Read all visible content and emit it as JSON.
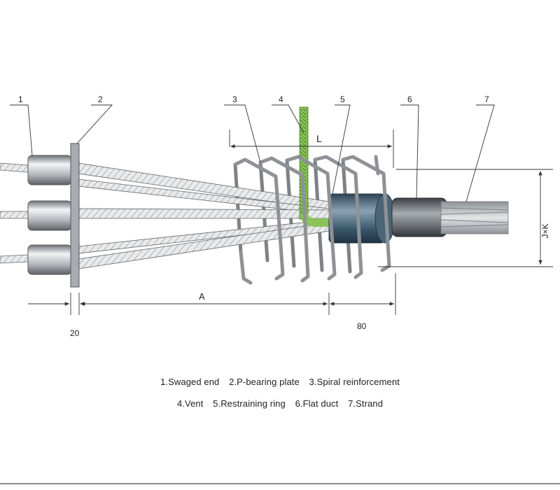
{
  "callouts": [
    {
      "num": "1",
      "label": "Swaged end"
    },
    {
      "num": "2",
      "label": "P-bearing plate"
    },
    {
      "num": "3",
      "label": "Spiral reinforcement"
    },
    {
      "num": "4",
      "label": "Vent"
    },
    {
      "num": "5",
      "label": "Restraining ring"
    },
    {
      "num": "6",
      "label": "Flat  duct"
    },
    {
      "num": "7",
      "label": "Strand"
    }
  ],
  "dimensions": {
    "L": "L",
    "A": "A",
    "plate_thickness": "20",
    "ring_length": "80",
    "height": "J×K"
  },
  "legend": {
    "line1": [
      "1.Swaged end",
      "2.P-bearing plate",
      "3.Spiral reinforcement"
    ],
    "line2": [
      "4.Vent",
      "5.Restraining ring",
      "6.Flat  duct",
      "7.Strand"
    ]
  },
  "colors": {
    "vent": "#8cc35a",
    "duct": "#4f6b80",
    "steel": "#9fa4a8"
  }
}
